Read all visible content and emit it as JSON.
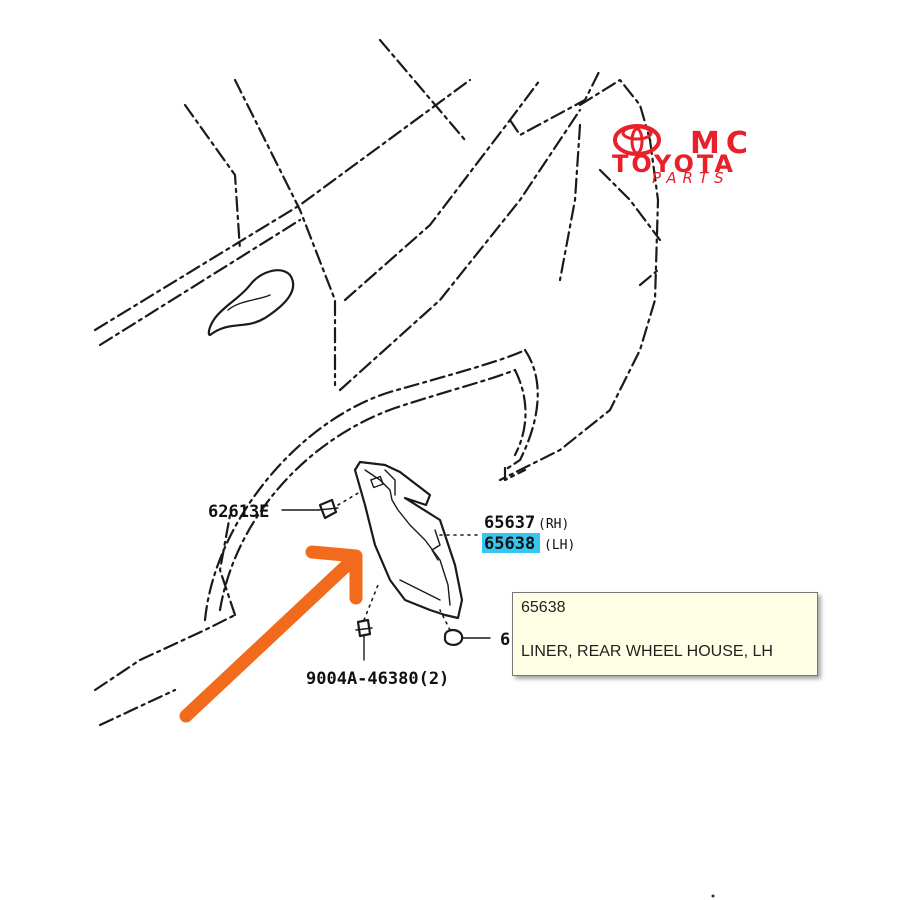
{
  "logo": {
    "text_top": "MC",
    "text_brand": "TOYOTA",
    "text_sub": "PARTS",
    "color": "#e8202a"
  },
  "callouts": {
    "clip": "62613E",
    "part_rh_num": "65637",
    "part_rh_side": "(RH)",
    "part_lh_num": "65638",
    "part_lh_side": "(LH)",
    "screw": "9004A-46380(2)",
    "fastener": "6"
  },
  "tooltip": {
    "part_number": "65638",
    "description": "LINER, REAR WHEEL HOUSE, LH"
  },
  "colors": {
    "arrow": "#f26a1b",
    "highlight": "#35c7f0",
    "tooltip_bg": "#ffffe6"
  }
}
